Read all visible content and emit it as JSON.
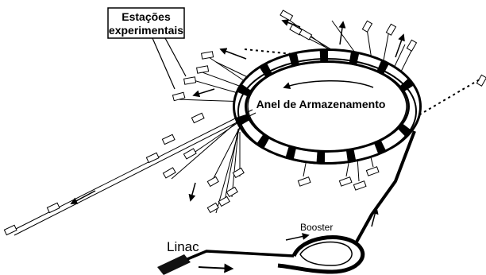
{
  "diagram": {
    "stations_label": [
      "Estações",
      "experimentais"
    ],
    "ring_label": "Anel de Armazenamento",
    "booster_label": "Booster",
    "linac_label": "Linac"
  }
}
